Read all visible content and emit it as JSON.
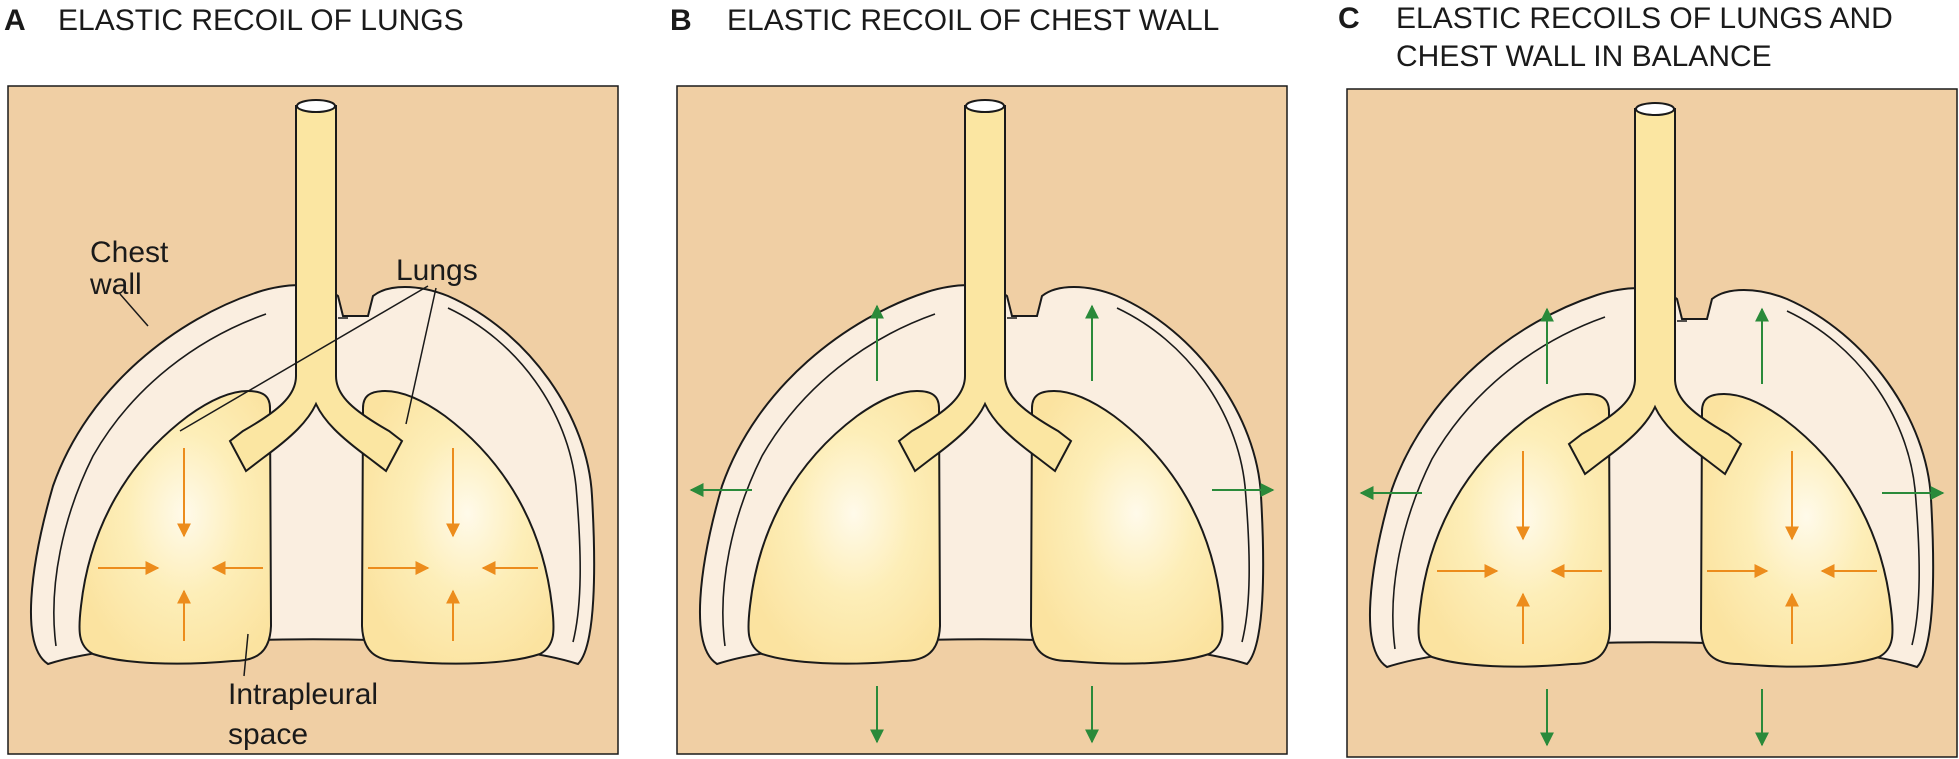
{
  "colors": {
    "background": "#f0cfa4",
    "pleura": "#faeee0",
    "lung": "#fbe6a2",
    "lung_highlight": "#fffaea",
    "trachea": "#fbe6a2",
    "outline": "#1a1a1a",
    "lung_recoil_arrow": "#ec8c1c",
    "chest_recoil_arrow": "#2a8a3a"
  },
  "panels": [
    {
      "letter": "A",
      "title_lines": [
        "ELASTIC RECOIL OF LUNGS"
      ],
      "lung_arrows": true,
      "chest_arrows": false
    },
    {
      "letter": "B",
      "title_lines": [
        "ELASTIC RECOIL OF CHEST WALL"
      ],
      "lung_arrows": false,
      "chest_arrows": true
    },
    {
      "letter": "C",
      "title_lines": [
        "ELASTIC RECOILS OF LUNGS AND",
        "CHEST WALL IN BALANCE"
      ],
      "lung_arrows": true,
      "chest_arrows": true
    }
  ],
  "labels": {
    "chest_wall": [
      "Chest",
      "wall"
    ],
    "lungs": "Lungs",
    "intrapleural": [
      "Intrapleural",
      "space"
    ]
  }
}
